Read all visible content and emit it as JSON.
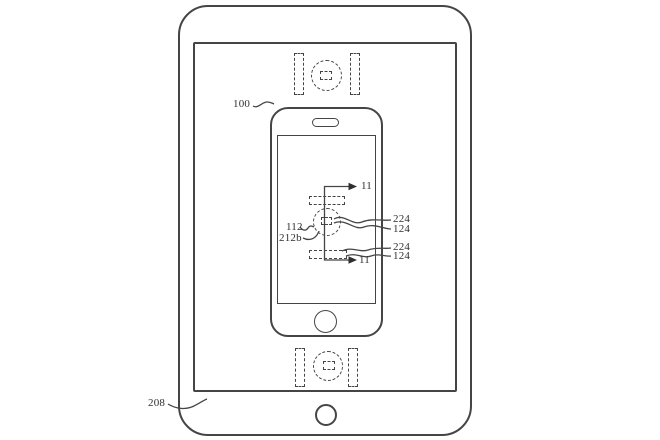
{
  "figure": {
    "description": "Patent line drawing: phone resting on tablet screen with dashed alignment features and section lines",
    "colors": {
      "background": "#ffffff",
      "line": "#454545",
      "text": "#2f2f2f"
    },
    "callouts": {
      "phone_ref": "100",
      "tablet_ref": "208",
      "connector_ref": "112",
      "magnet_ref": "212b",
      "section_top": "11",
      "section_bottom": "11",
      "upper_outer": "224",
      "upper_inner": "124",
      "lower_outer": "224",
      "lower_inner": "124"
    }
  }
}
